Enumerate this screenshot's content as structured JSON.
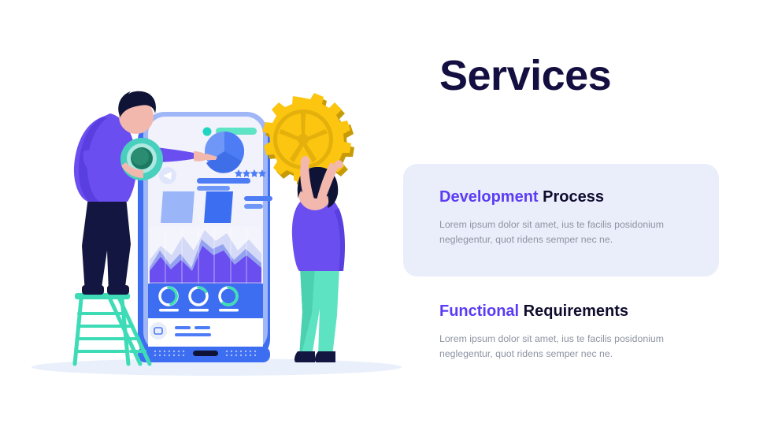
{
  "slide": {
    "background": "#ffffff",
    "title": "Services",
    "title_color": "#130f40",
    "accent_color": "#5b3cf4",
    "card_background": "#eaeefb",
    "body_text_color": "#8d93a1"
  },
  "sections": [
    {
      "heading_accent": "Development",
      "heading_rest": " Process",
      "body_line_1": "Lorem ipsum dolor sit amet, ius te facilis posidonium",
      "body_line_2": "neglegentur, quot ridens semper nec ne.",
      "has_card": true
    },
    {
      "heading_accent": "Functional",
      "heading_rest": " Requirements",
      "body_line_1": "Lorem ipsum dolor sit amet, ius te facilis posidonium",
      "body_line_2": "neglegentur, quot ridens semper nec ne.",
      "has_card": false
    }
  ],
  "illustration": {
    "name": "team-building-mobile-app-illustration",
    "elements": [
      "man-on-ladder-pointing-at-phone",
      "teal-disc-held-by-man",
      "large-smartphone-with-dashboard",
      "yellow-gear-cog",
      "person-lifting-gear",
      "step-ladder",
      "ground-shadow"
    ],
    "phone_screen": {
      "status_dot_color": "#20d6c0",
      "status_bar_color": "#4ee0b8",
      "pie_chart_colors": [
        "#4d7cf5",
        "#6f97f8",
        "#3f6fe8"
      ],
      "star_rating_count": 4,
      "star_color": "#4d7cf5",
      "tile_colors": [
        "#9bb5f9",
        "#3b6ef0"
      ],
      "area_chart_colors": [
        "#6b4ef0",
        "#5b6ef5",
        "#cdd3f4"
      ],
      "progress_rings": 3,
      "ring_track_color": "#ffffff",
      "ring_value_color": "#3fe0b0",
      "footer_panel_color": "#3d6ef2"
    },
    "palette": {
      "purple_shirt": "#6b4ef0",
      "purple_shirt_dark": "#5a3fe0",
      "navy_pants": "#131640",
      "skin": "#f3b8ad",
      "hair": "#0f1336",
      "teal_disc_outer": "#4fd6c4",
      "teal_disc_inner": "#1b7a62",
      "ladder": "#3ddcb6",
      "mint_pants": "#5de2c2",
      "gear_yellow": "#fcc510",
      "gear_shadow": "#c79a08",
      "phone_body": "#3d6ef2",
      "phone_screen_bg": "#eceefb",
      "ground_shadow": "#eaf0fb"
    }
  }
}
